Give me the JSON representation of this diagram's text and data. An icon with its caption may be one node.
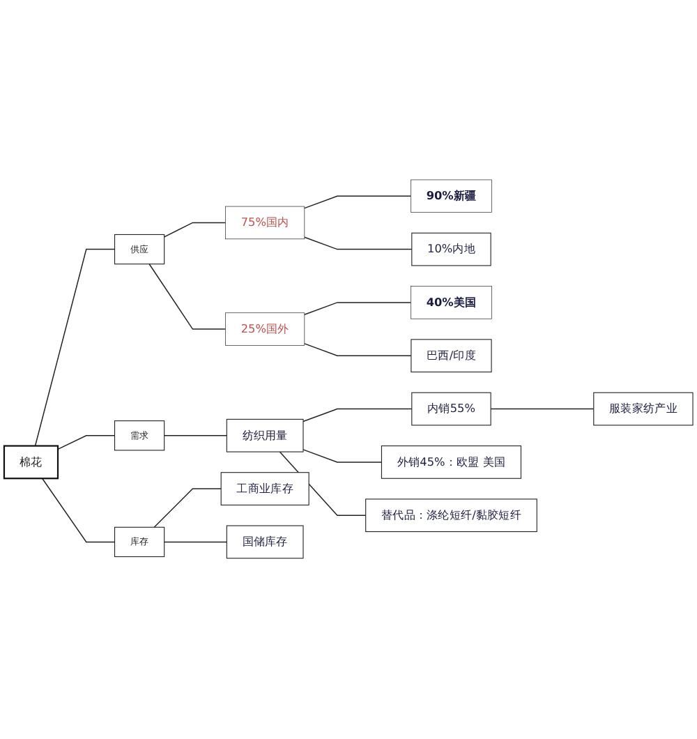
{
  "diagram": {
    "nodes": [
      {
        "text": [
          "棉花"
        ]
      },
      {
        "text": [
          "供应"
        ]
      },
      {
        "text": [
          "75%国内"
        ]
      },
      {
        "text": [
          "90%新疆"
        ]
      },
      {
        "text": [
          "10%内地"
        ]
      },
      {
        "text": [
          "25%国外"
        ]
      },
      {
        "text": [
          "40%美国"
        ]
      },
      {
        "text": [
          "巴西/印度"
        ]
      },
      {
        "text": [
          "需求"
        ]
      },
      {
        "text": [
          "纺织用量"
        ]
      },
      {
        "text": [
          "内销55%"
        ]
      },
      {
        "text": [
          "服装家纺产业"
        ]
      },
      {
        "text": [
          "外销45%：欧盟 美国"
        ]
      },
      {
        "text": [
          "替代品：涤纶短纤/黏胶短纤"
        ]
      },
      {
        "text": [
          "库存"
        ]
      },
      {
        "text": [
          "工商业库存"
        ]
      },
      {
        "text": [
          "国储库存"
        ]
      }
    ],
    "edges": [
      {
        "from": 0,
        "to": 1,
        "arrow": "none"
      },
      {
        "from": 0,
        "to": 8,
        "arrow": "none"
      },
      {
        "from": 0,
        "to": 14,
        "arrow": "none"
      },
      {
        "from": 1,
        "to": 2,
        "arrow": "none"
      },
      {
        "from": 1,
        "to": 5,
        "arrow": "none"
      },
      {
        "from": 2,
        "to": 3,
        "arrow": "none"
      },
      {
        "from": 2,
        "to": 4,
        "arrow": "none"
      },
      {
        "from": 5,
        "to": 6,
        "arrow": "none"
      },
      {
        "from": 5,
        "to": 7,
        "arrow": "none"
      },
      {
        "from": 8,
        "to": 9,
        "arrow": "none"
      },
      {
        "from": 9,
        "to": 10,
        "arrow": "none"
      },
      {
        "from": 9,
        "to": 12,
        "arrow": "none"
      },
      {
        "from": 9,
        "to": 13,
        "arrow": "none"
      },
      {
        "from": 10,
        "to": 11,
        "arrow": "none"
      },
      {
        "from": 14,
        "to": 15,
        "arrow": "none"
      },
      {
        "from": 14,
        "to": 16,
        "arrow": "none"
      }
    ]
  }
}
